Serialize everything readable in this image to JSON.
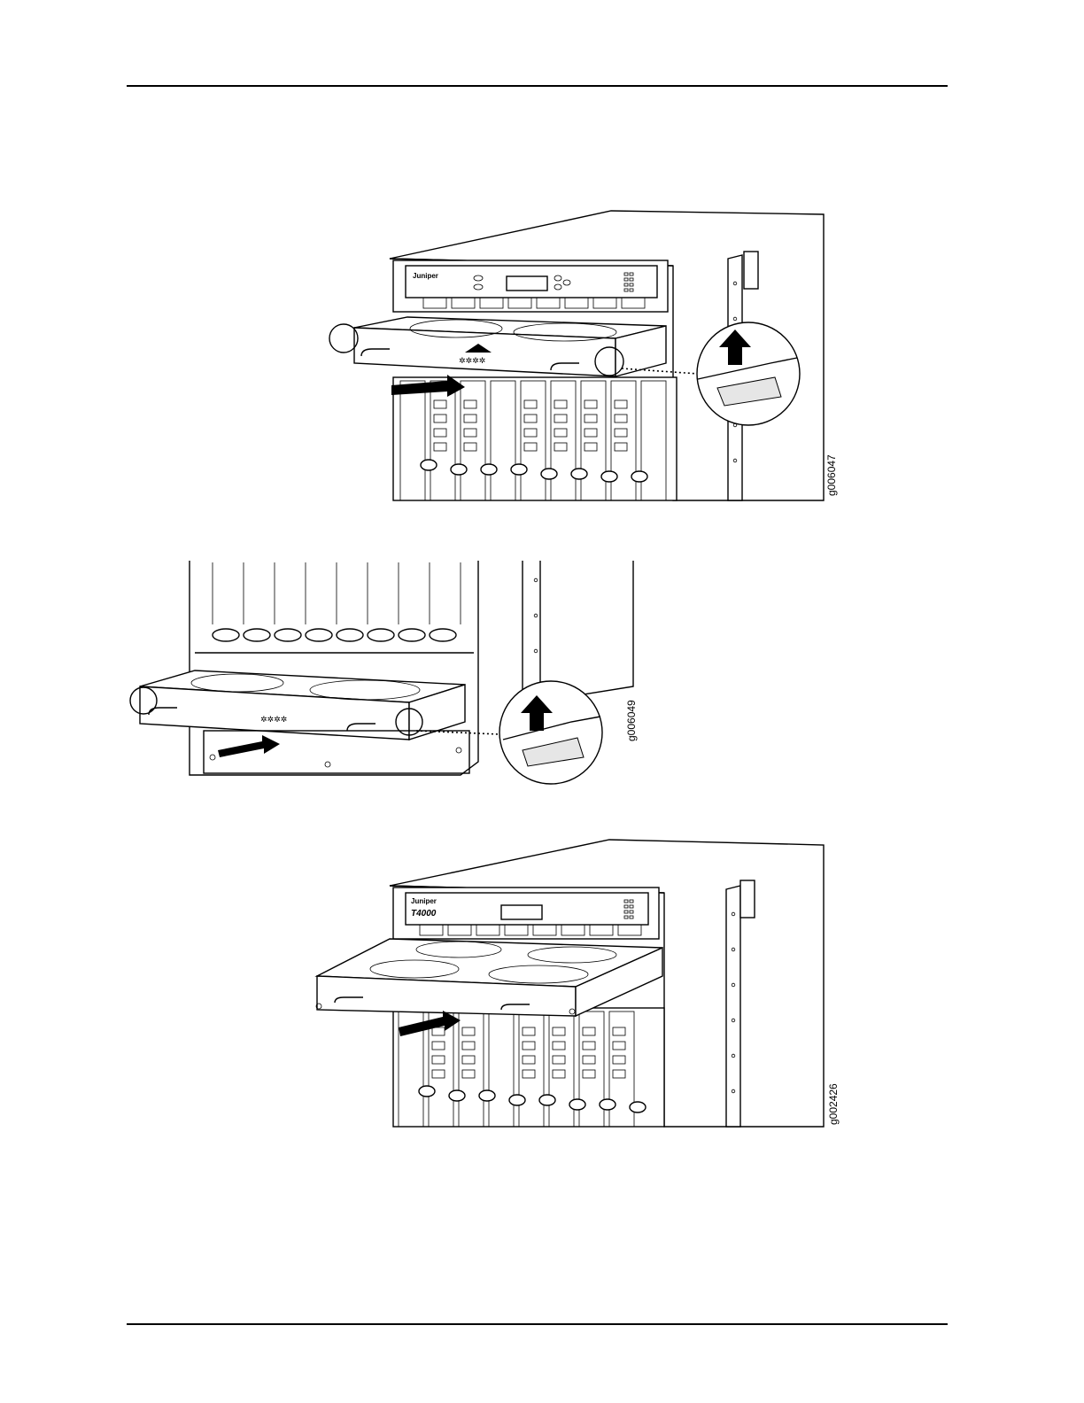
{
  "page": {
    "figures": [
      {
        "id_label": "g006047",
        "brand_label": "Juniper",
        "model_label": ""
      },
      {
        "id_label": "g006049"
      },
      {
        "id_label": "g002426",
        "brand_label": "Juniper",
        "model_label": "T4000"
      }
    ]
  },
  "colors": {
    "ink": "#000000",
    "paper": "#ffffff",
    "shade": "#e6e6e6",
    "arrow": "#000000"
  },
  "icons": {
    "insert_arrow": "insert-direction-arrow-icon",
    "latch_up_arrow": "latch-up-arrow-icon",
    "callout": "magnified-callout-icon"
  }
}
